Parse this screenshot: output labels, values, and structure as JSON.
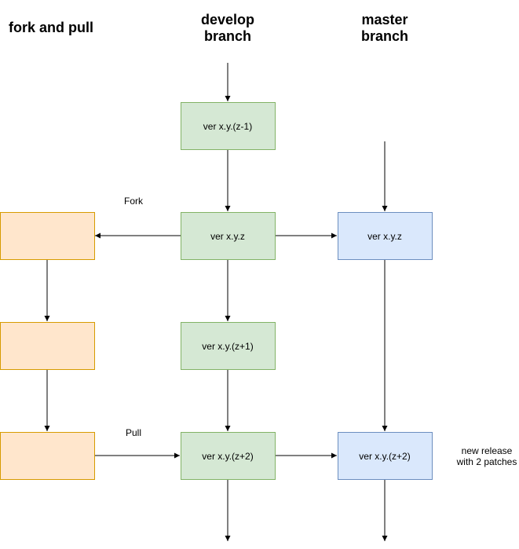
{
  "headers": {
    "fork_and_pull": "fork and pull",
    "develop_line1": "develop",
    "develop_line2": "branch",
    "master_line1": "master",
    "master_line2": "branch"
  },
  "develop_nodes": [
    {
      "label": "ver x.y.(z-1)"
    },
    {
      "label": "ver x.y.z"
    },
    {
      "label": "ver x.y.(z+1)"
    },
    {
      "label": "ver x.y.(z+2)"
    }
  ],
  "master_nodes": [
    {
      "label": "ver x.y.z"
    },
    {
      "label": "ver x.y.(z+2)"
    }
  ],
  "fork_nodes": [
    {
      "label": ""
    },
    {
      "label": ""
    },
    {
      "label": ""
    }
  ],
  "edge_labels": {
    "fork": "Fork",
    "pull": "Pull"
  },
  "annotation": {
    "line1": "new release",
    "line2": "with 2 patches"
  },
  "colors": {
    "develop_fill": "#d5e8d4",
    "develop_stroke": "#82b366",
    "master_fill": "#dae8fc",
    "master_stroke": "#6c8ebf",
    "fork_fill": "#ffe6cc",
    "fork_stroke": "#d79b00"
  }
}
